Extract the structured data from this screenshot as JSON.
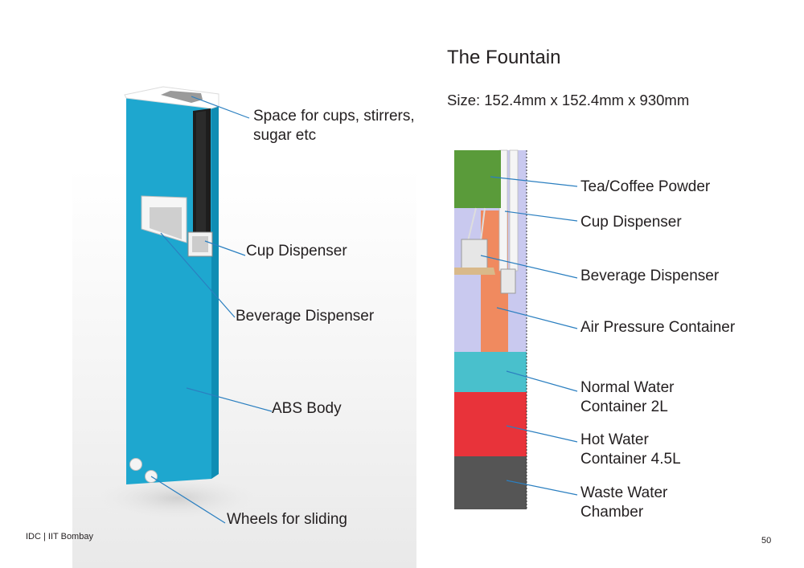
{
  "header": {
    "title": "The Fountain",
    "size": "Size: 152.4mm x 152.4mm x 930mm"
  },
  "left_figure": {
    "labels": [
      "Space for cups, stirrers,\nsugar etc",
      "Cup Dispenser",
      "Beverage Dispenser",
      "ABS Body",
      "Wheels for sliding"
    ],
    "body_color": "#1ea7cf"
  },
  "right_figure": {
    "labels": [
      "Tea/Coffee Powder",
      "Cup Dispenser",
      "Beverage Dispenser",
      "Air Pressure Container",
      "Normal Water\nContainer 2L",
      "Hot Water\nContainer 4.5L",
      "Waste Water\nChamber"
    ],
    "colors": {
      "powder": "#5a9b3a",
      "air": "#f08a5f",
      "normal_water": "#49c0cc",
      "hot_water": "#e8333a",
      "waste": "#555555",
      "shell": "#c9c9ef"
    }
  },
  "footer": {
    "org": "IDC | IIT Bombay",
    "page": "50"
  }
}
